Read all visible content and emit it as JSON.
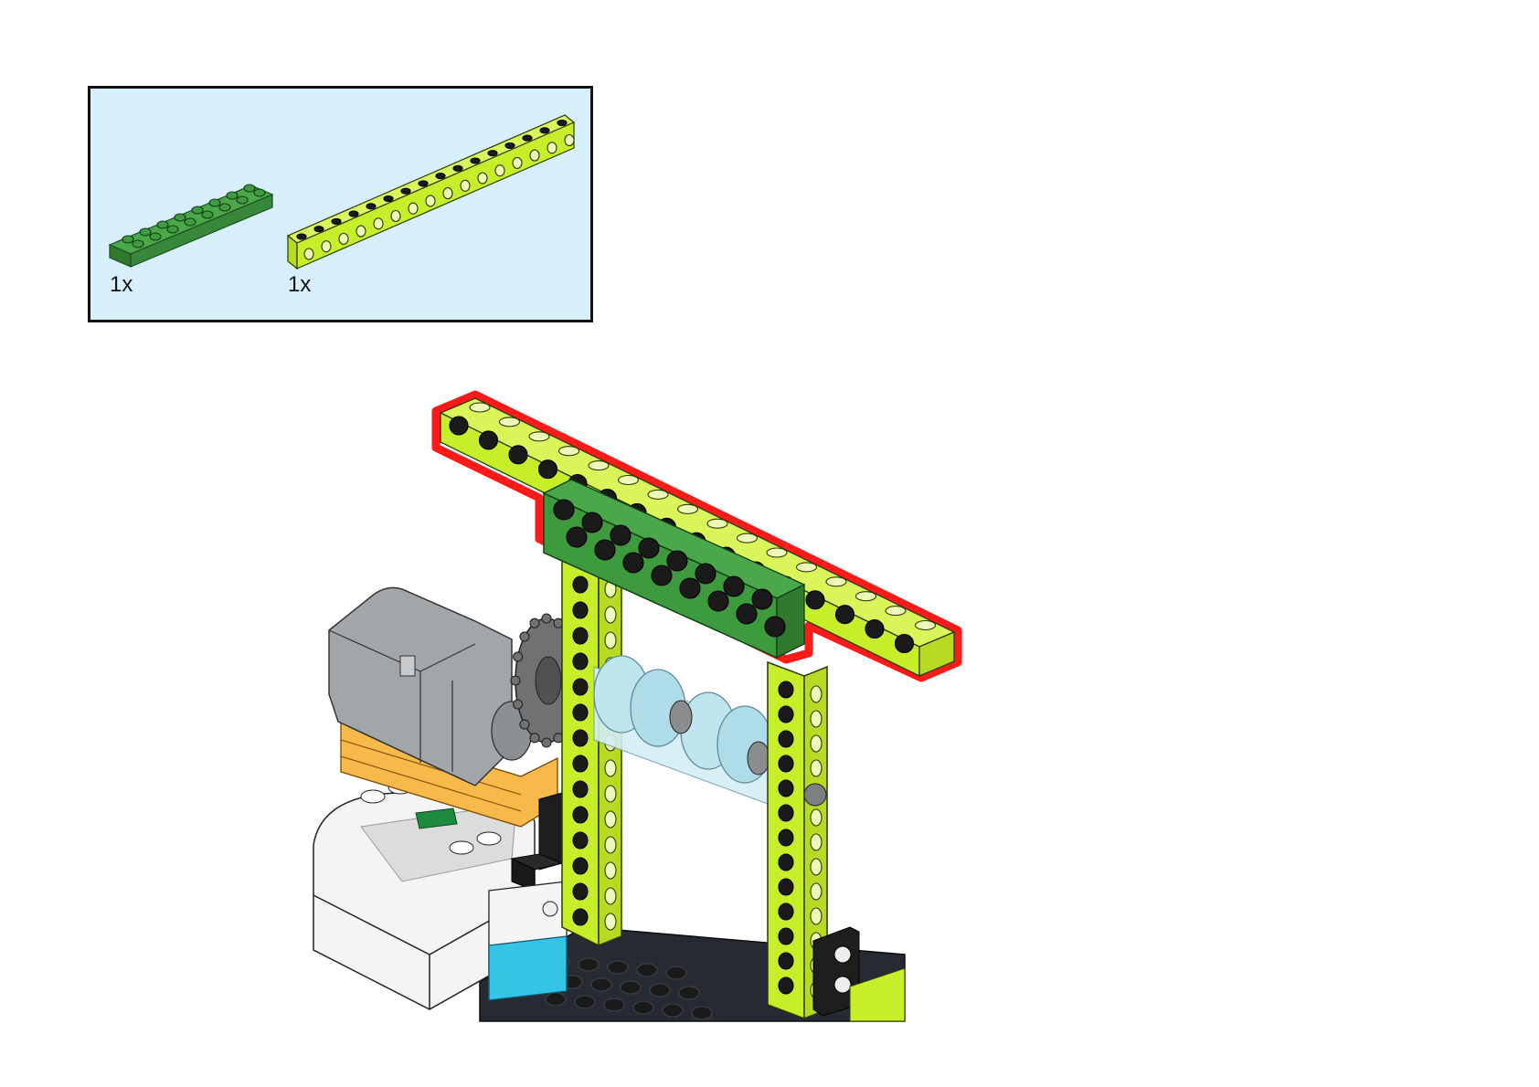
{
  "parts_list": {
    "items": [
      {
        "part": "plate-2x8",
        "color": "#3d9a3d",
        "quantity": "1x"
      },
      {
        "part": "technic-beam-16",
        "color": "#c6ef2a",
        "quantity": "1x"
      }
    ]
  },
  "colors": {
    "callout_background": "#d6effb",
    "highlight_outline": "#ff1a1a",
    "lime": "#c6ef2a",
    "green": "#3d9a3d",
    "black": "#1a1a1a",
    "grey_motor": "#a3a6a8",
    "orange": "#f7b94a",
    "azure": "#35c3e6",
    "trans_light_blue": "#bfe6ef"
  }
}
